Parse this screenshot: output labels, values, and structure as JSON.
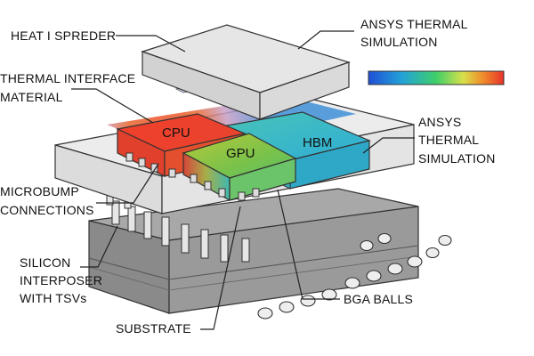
{
  "labels": {
    "heat_spreader": "HEAT I SPREDER",
    "ansys_top_line1": "ANSYS THERMAL",
    "ansys_top_line2": "SIMULATION",
    "tim_line1": "THERMAL INTERFACE",
    "tim_line2": "MATERIAL",
    "ansys_right_line1": "ANSYS",
    "ansys_right_line2": "THERMAL",
    "ansys_right_line3": "SIMULATION",
    "microbump_line1": "MICROBUMP",
    "microbump_line2": "CONNECTIONS",
    "interposer_line1": "SILICON",
    "interposer_line2": "INTERPOSER",
    "interposer_line3": "WITH TSVs",
    "substrate": "SUBSTRATE",
    "bga": "BGA BALLS"
  },
  "chips": {
    "cpu": "CPU",
    "gpu": "GPU",
    "hbm": "HBM"
  },
  "thermal_scale_colors": [
    "#1f4fd6",
    "#22a3d8",
    "#3fcf6a",
    "#d8e04a",
    "#f08a2a",
    "#e8322a"
  ],
  "colors": {
    "cpu": "#e8432e",
    "gpu": "#8bc442",
    "hbm": "#35b9cf",
    "layer_gray": "#e4e4e4",
    "substrate_gray": "#8e8e8e"
  }
}
